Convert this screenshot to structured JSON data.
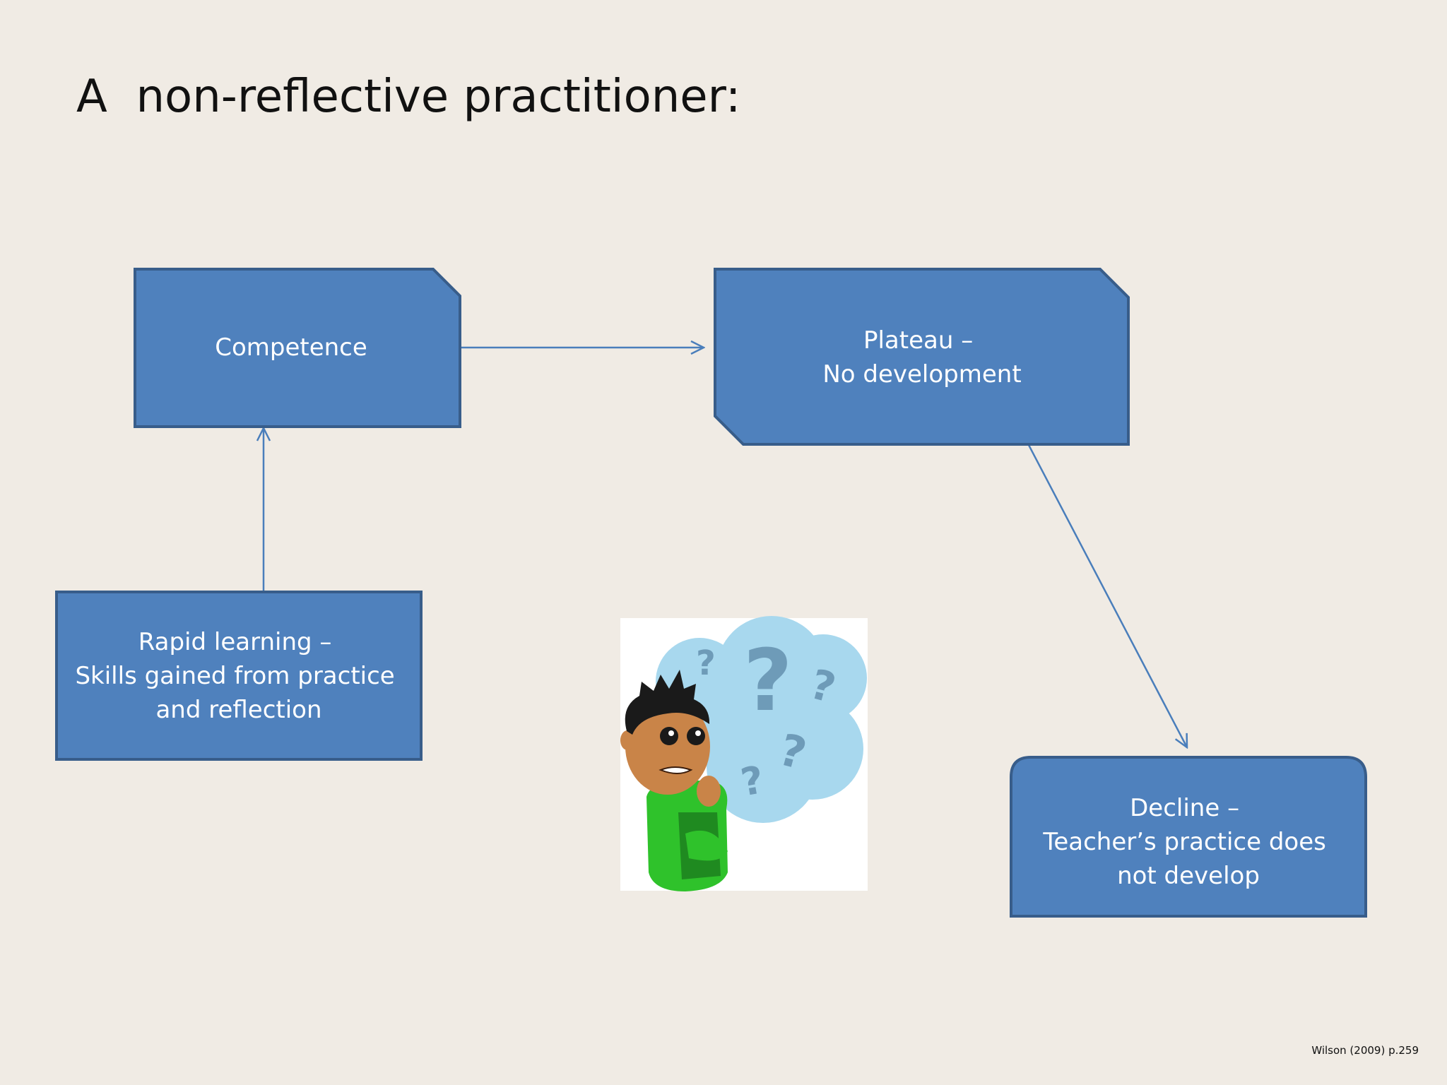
{
  "slide": {
    "title": "A  non-reflective practitioner:",
    "citation": "Wilson (2009) p.259"
  },
  "diagram": {
    "nodes": {
      "competence": {
        "lines": [
          "Competence"
        ]
      },
      "plateau": {
        "lines": [
          "Plateau –",
          "No development"
        ]
      },
      "rapid_learning": {
        "lines": [
          "Rapid learning –",
          "Skills gained from practice",
          "and reflection"
        ]
      },
      "decline": {
        "lines": [
          "Decline –",
          "Teacher’s practice does",
          "not develop"
        ]
      }
    },
    "edges": [
      {
        "from": "rapid_learning",
        "to": "competence"
      },
      {
        "from": "competence",
        "to": "plateau"
      },
      {
        "from": "plateau",
        "to": "decline"
      }
    ]
  },
  "clipart": {
    "icon": "confused-person-with-question-marks"
  },
  "colors": {
    "box_fill": "#4f81bd",
    "box_border": "#385d8a",
    "arrow": "#4a7ebb",
    "background": "#f0ebe4"
  }
}
